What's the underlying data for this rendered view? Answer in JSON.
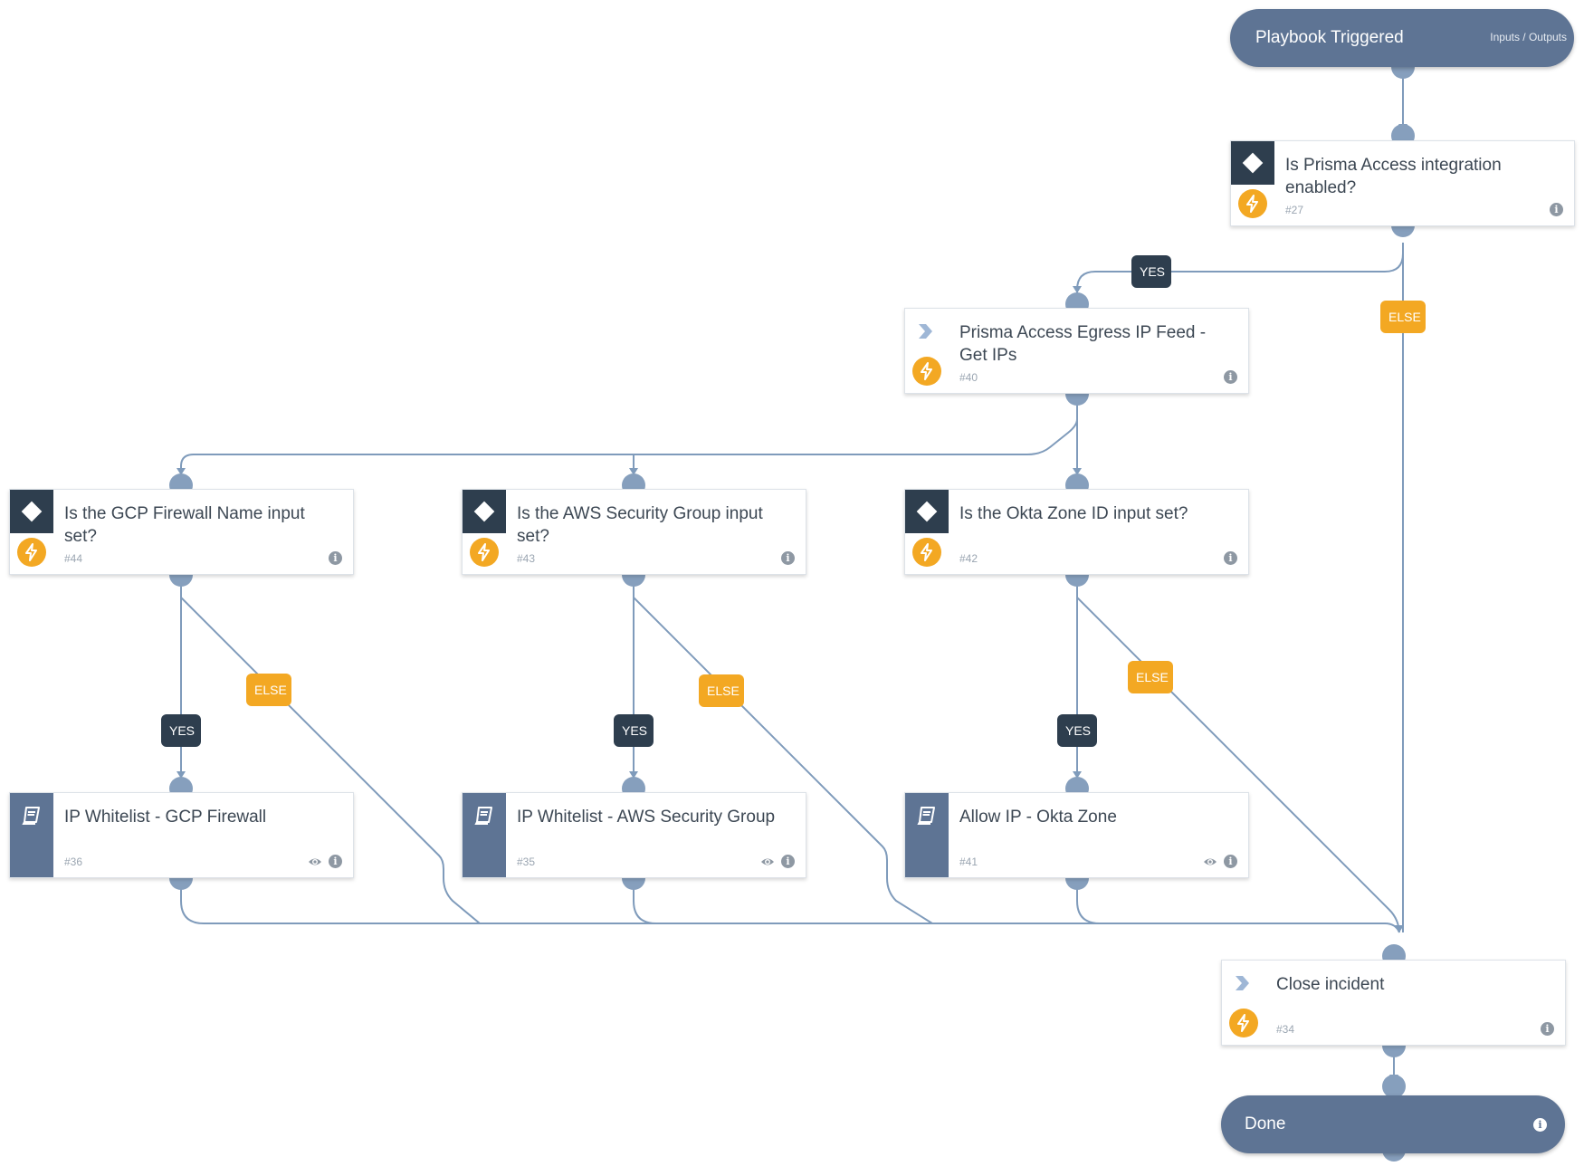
{
  "start": {
    "title": "Playbook Triggered",
    "sub": "Inputs / Outputs"
  },
  "end": {
    "title": "Done"
  },
  "tasks": {
    "t27": {
      "title": "Is Prisma Access integration enabled?",
      "num": "#27"
    },
    "t40": {
      "title": "Prisma Access Egress IP Feed - Get IPs",
      "num": "#40"
    },
    "t44": {
      "title": "Is the GCP Firewall Name input set?",
      "num": "#44"
    },
    "t43": {
      "title": "Is the AWS Security Group input set?",
      "num": "#43"
    },
    "t42": {
      "title": "Is the Okta Zone ID input set?",
      "num": "#42"
    },
    "t36": {
      "title": "IP Whitelist - GCP Firewall",
      "num": "#36"
    },
    "t35": {
      "title": "IP Whitelist - AWS Security Group",
      "num": "#35"
    },
    "t41": {
      "title": "Allow IP - Okta Zone",
      "num": "#41"
    },
    "t34": {
      "title": "Close incident",
      "num": "#34"
    }
  },
  "labels": {
    "yes": "YES",
    "else": "ELSE"
  },
  "colors": {
    "edge": "#7f9bbb",
    "port": "#869fbd",
    "pill": "#5e7494",
    "condition": "#2e3e4e",
    "bolt": "#f3a823",
    "else": "#f3a823"
  },
  "icons": {
    "condition": "diamond-icon",
    "action": "chevron-icon",
    "automation": "lightning-icon",
    "subplaybook": "book-icon",
    "info": "info-icon",
    "view": "eye-icon"
  }
}
